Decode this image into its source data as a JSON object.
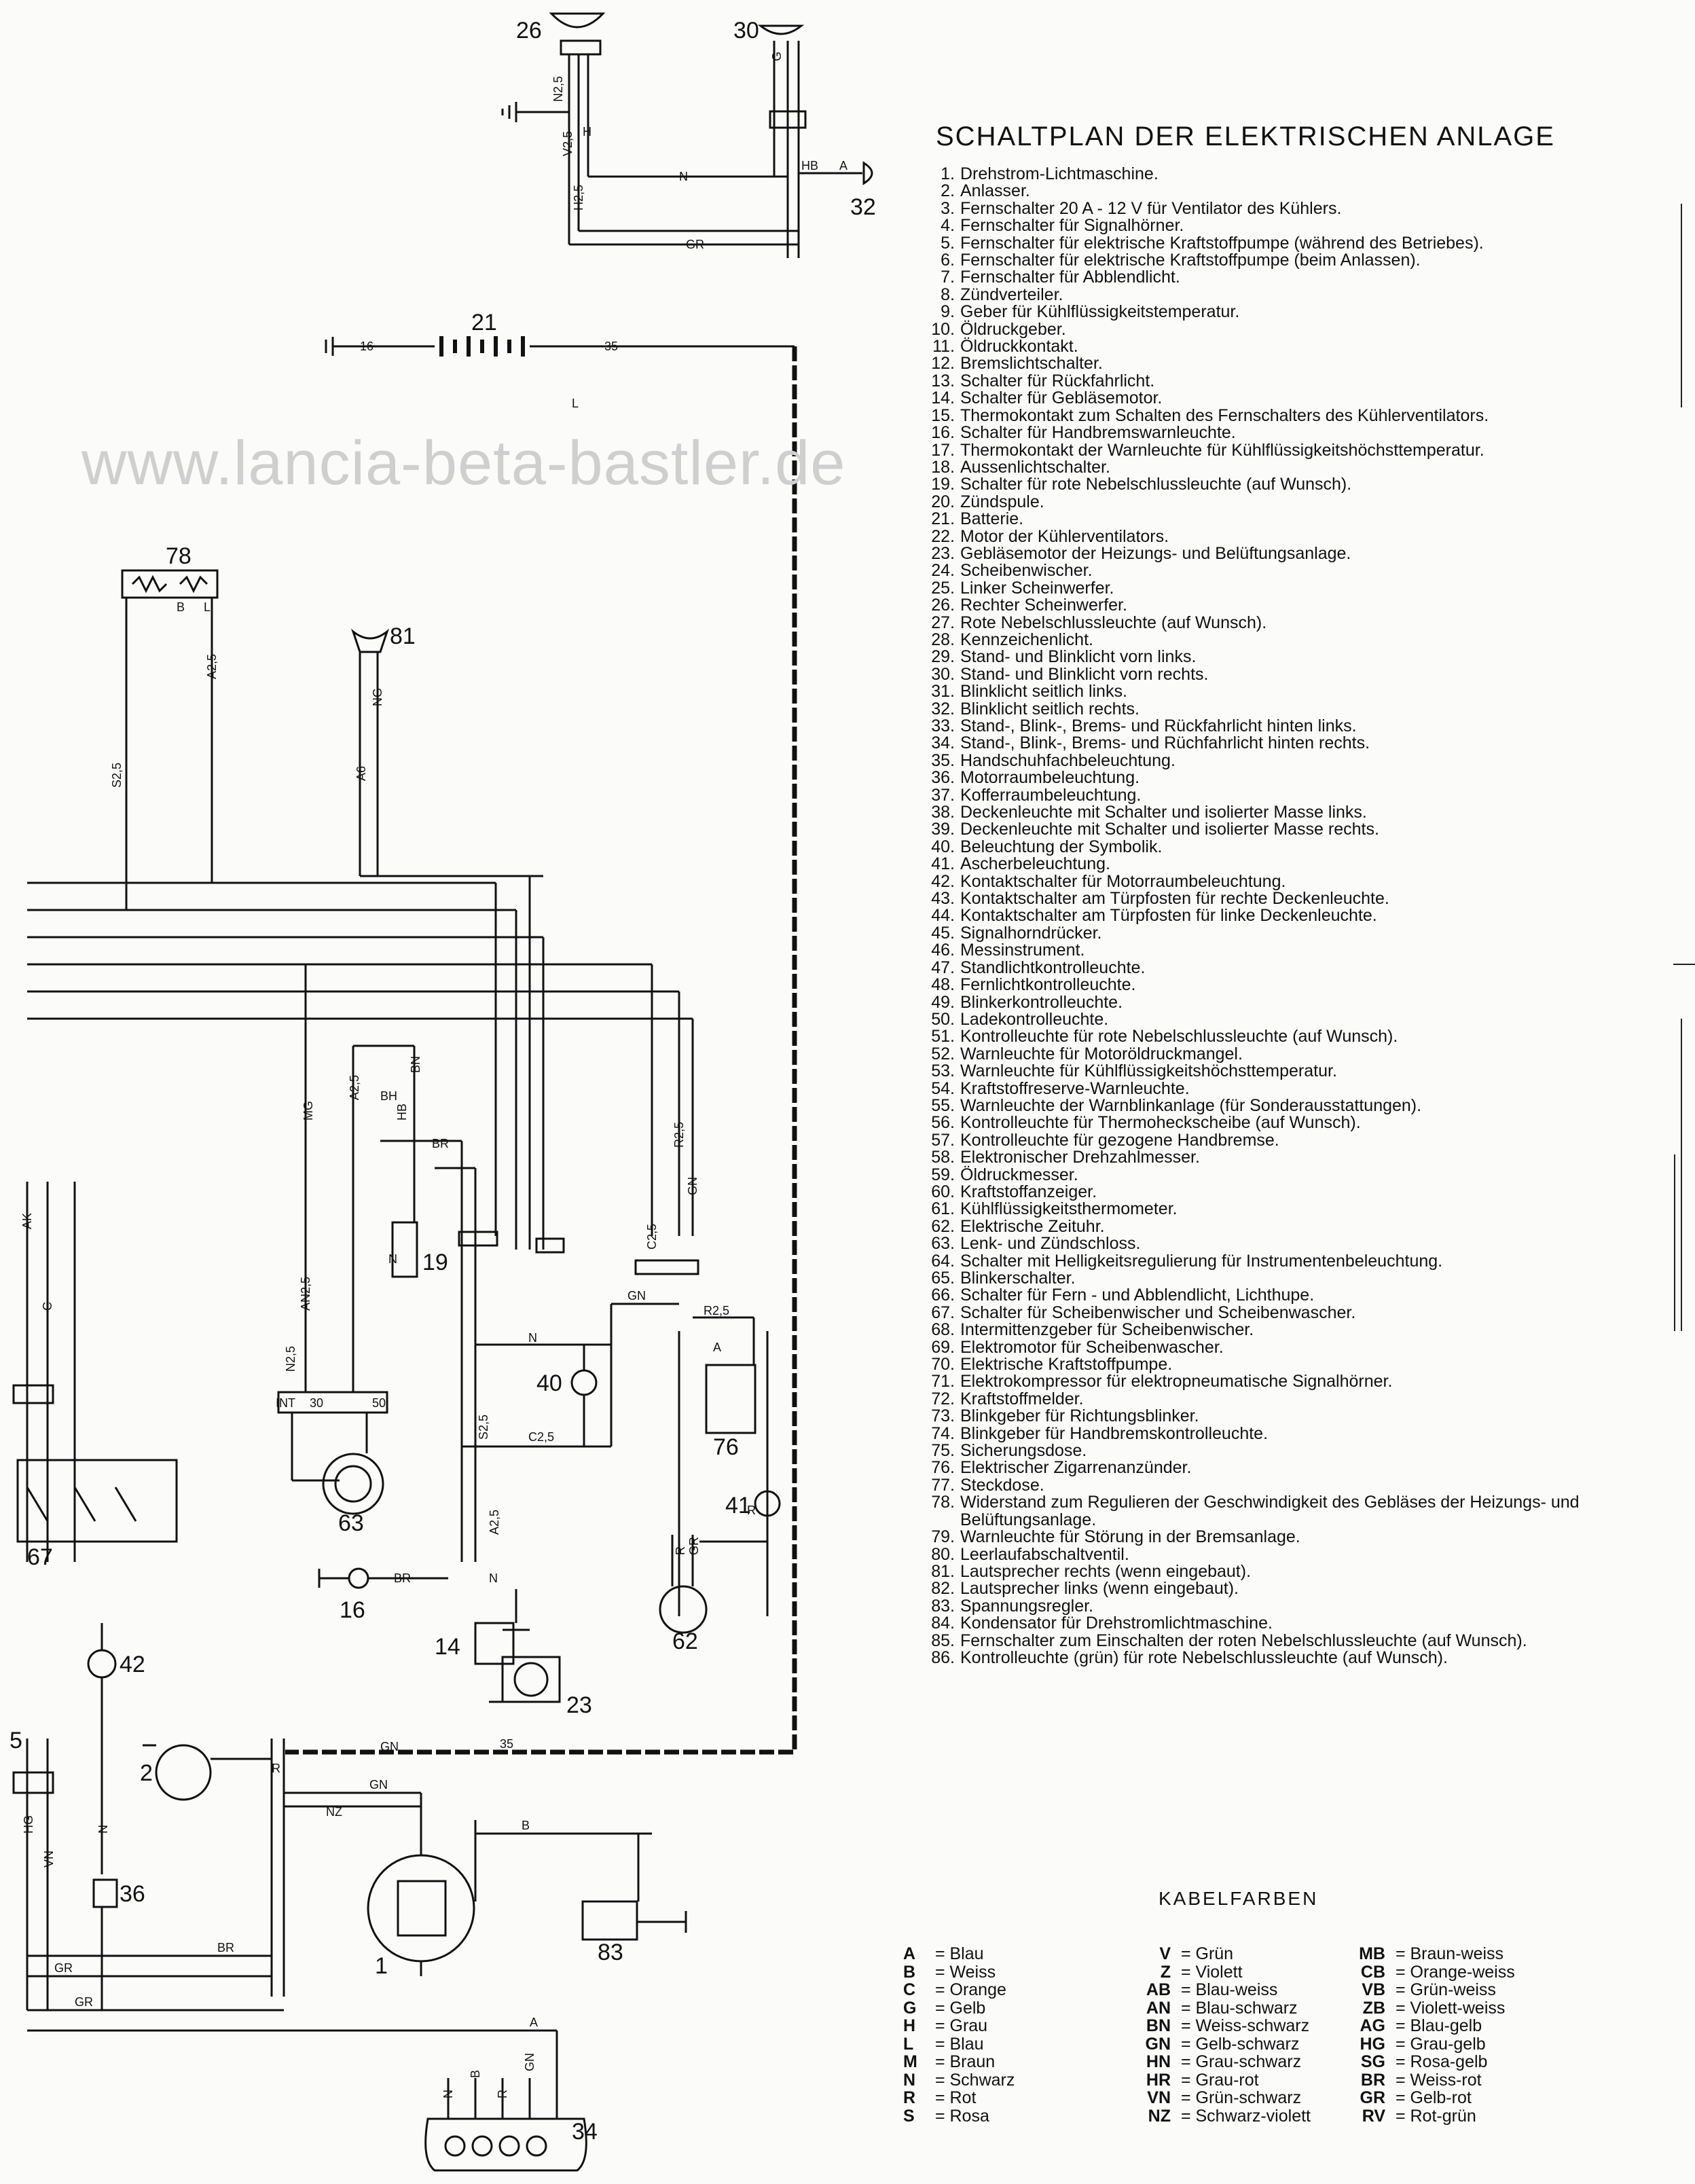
{
  "watermark": "www.lancia-beta-bastler.de",
  "legend": {
    "title": "SCHALTPLAN DER ELEKTRISCHEN ANLAGE",
    "items": [
      {
        "n": "1.",
        "t": "Drehstrom-Lichtmaschine."
      },
      {
        "n": "2.",
        "t": "Anlasser."
      },
      {
        "n": "3.",
        "t": "Fernschalter 20 A - 12 V für Ventilator des Kühlers."
      },
      {
        "n": "4.",
        "t": "Fernschalter für Signalhörner."
      },
      {
        "n": "5.",
        "t": "Fernschalter für elektrische Kraftstoffpumpe (während des Betriebes)."
      },
      {
        "n": "6.",
        "t": "Fernschalter für elektrische Kraftstoffpumpe (beim Anlassen)."
      },
      {
        "n": "7.",
        "t": "Fernschalter für Abblendlicht."
      },
      {
        "n": "8.",
        "t": "Zündverteiler."
      },
      {
        "n": "9.",
        "t": "Geber für Kühlflüssigkeitstemperatur."
      },
      {
        "n": "10.",
        "t": "Öldruckgeber."
      },
      {
        "n": "11.",
        "t": "Öldruckkontakt."
      },
      {
        "n": "12.",
        "t": "Bremslichtschalter."
      },
      {
        "n": "13.",
        "t": "Schalter für Rückfahrlicht."
      },
      {
        "n": "14.",
        "t": "Schalter für Gebläsemotor."
      },
      {
        "n": "15.",
        "t": "Thermokontakt zum Schalten des Fernschalters des Kühlerventilators."
      },
      {
        "n": "16.",
        "t": "Schalter für Handbremswarnleuchte."
      },
      {
        "n": "17.",
        "t": "Thermokontakt der Warnleuchte für Kühlflüssigkeitshöchsttemperatur."
      },
      {
        "n": "18.",
        "t": "Aussenlichtschalter."
      },
      {
        "n": "19.",
        "t": "Schalter für rote Nebelschlussleuchte (auf Wunsch)."
      },
      {
        "n": "20.",
        "t": "Zündspule."
      },
      {
        "n": "21.",
        "t": "Batterie."
      },
      {
        "n": "22.",
        "t": "Motor der Kühlerventilators."
      },
      {
        "n": "23.",
        "t": "Gebläsemotor der Heizungs- und Belüftungsanlage."
      },
      {
        "n": "24.",
        "t": "Scheibenwischer."
      },
      {
        "n": "25.",
        "t": "Linker Scheinwerfer."
      },
      {
        "n": "26.",
        "t": "Rechter Scheinwerfer."
      },
      {
        "n": "27.",
        "t": "Rote Nebelschlussleuchte (auf Wunsch)."
      },
      {
        "n": "28.",
        "t": "Kennzeichenlicht."
      },
      {
        "n": "29.",
        "t": "Stand- und Blinklicht vorn links."
      },
      {
        "n": "30.",
        "t": "Stand- und Blinklicht vorn rechts."
      },
      {
        "n": "31.",
        "t": "Blinklicht seitlich links."
      },
      {
        "n": "32.",
        "t": "Blinklicht seitlich rechts."
      },
      {
        "n": "33.",
        "t": "Stand-, Blink-, Brems- und Rückfahrlicht hinten links."
      },
      {
        "n": "34.",
        "t": "Stand-, Blink-, Brems- und Rüchfahrlicht hinten rechts."
      },
      {
        "n": "35.",
        "t": "Handschuhfachbeleuchtung."
      },
      {
        "n": "36.",
        "t": "Motorraumbeleuchtung."
      },
      {
        "n": "37.",
        "t": "Kofferraumbeleuchtung."
      },
      {
        "n": "38.",
        "t": "Deckenleuchte mit Schalter und isolierter Masse links."
      },
      {
        "n": "39.",
        "t": "Deckenleuchte mit Schalter und isolierter Masse rechts."
      },
      {
        "n": "40.",
        "t": "Beleuchtung der Symbolik."
      },
      {
        "n": "41.",
        "t": "Ascherbeleuchtung."
      },
      {
        "n": "42.",
        "t": "Kontaktschalter für Motorraumbeleuchtung."
      },
      {
        "n": "43.",
        "t": "Kontaktschalter am Türpfosten für rechte Deckenleuchte."
      },
      {
        "n": "44.",
        "t": "Kontaktschalter am Türpfosten für linke Deckenleuchte."
      },
      {
        "n": "45.",
        "t": "Signalhorndrücker."
      },
      {
        "n": "46.",
        "t": "Messinstrument."
      },
      {
        "n": "47.",
        "t": "Standlichtkontrolleuchte."
      },
      {
        "n": "48.",
        "t": "Fernlichtkontrolleuchte."
      },
      {
        "n": "49.",
        "t": "Blinkerkontrolleuchte."
      },
      {
        "n": "50.",
        "t": "Ladekontrolleuchte."
      },
      {
        "n": "51.",
        "t": "Kontrolleuchte für rote Nebelschlussleuchte (auf Wunsch)."
      },
      {
        "n": "52.",
        "t": "Warnleuchte für Motoröldruckmangel."
      },
      {
        "n": "53.",
        "t": "Warnleuchte für Kühlflüssigkeitshöchsttemperatur."
      },
      {
        "n": "54.",
        "t": "Kraftstoffreserve-Warnleuchte."
      },
      {
        "n": "55.",
        "t": "Warnleuchte der Warnblinkanlage (für Sonderausstattungen)."
      },
      {
        "n": "56.",
        "t": "Kontrolleuchte für Thermoheckscheibe (auf Wunsch)."
      },
      {
        "n": "57.",
        "t": "Kontrolleuchte für gezogene Handbremse."
      },
      {
        "n": "58.",
        "t": "Elektronischer Drehzahlmesser."
      },
      {
        "n": "59.",
        "t": "Öldruckmesser."
      },
      {
        "n": "60.",
        "t": "Kraftstoffanzeiger."
      },
      {
        "n": "61.",
        "t": "Kühlflüssigkeitsthermometer."
      },
      {
        "n": "62.",
        "t": "Elektrische Zeituhr."
      },
      {
        "n": "63.",
        "t": "Lenk- und Zündschloss."
      },
      {
        "n": "64.",
        "t": "Schalter mit Helligkeitsregulierung für Instrumentenbeleuchtung."
      },
      {
        "n": "65.",
        "t": "Blinkerschalter."
      },
      {
        "n": "66.",
        "t": "Schalter für Fern - und Abblendlicht, Lichthupe."
      },
      {
        "n": "67.",
        "t": "Schalter für Scheibenwischer und Scheibenwascher."
      },
      {
        "n": "68.",
        "t": "Intermittenzgeber für Scheibenwischer."
      },
      {
        "n": "69.",
        "t": "Elektromotor für Scheibenwascher."
      },
      {
        "n": "70.",
        "t": "Elektrische Kraftstoffpumpe."
      },
      {
        "n": "71.",
        "t": "Elektrokompressor für elektropneumatische Signalhörner."
      },
      {
        "n": "72.",
        "t": "Kraftstoffmelder."
      },
      {
        "n": "73.",
        "t": "Blinkgeber für Richtungsblinker."
      },
      {
        "n": "74.",
        "t": "Blinkgeber für Handbremskontrolleuchte."
      },
      {
        "n": "75.",
        "t": "Sicherungsdose."
      },
      {
        "n": "76.",
        "t": "Elektrischer Zigarrenanzünder."
      },
      {
        "n": "77.",
        "t": "Steckdose."
      },
      {
        "n": "78.",
        "t": "Widerstand zum Regulieren der Geschwindigkeit des Gebläses der Heizungs- und Belüftungsanlage."
      },
      {
        "n": "79.",
        "t": "Warnleuchte für Störung in der Bremsanlage."
      },
      {
        "n": "80.",
        "t": "Leerlaufabschaltventil."
      },
      {
        "n": "81.",
        "t": "Lautsprecher rechts (wenn eingebaut)."
      },
      {
        "n": "82.",
        "t": "Lautsprecher links (wenn eingebaut)."
      },
      {
        "n": "83.",
        "t": "Spannungsregler."
      },
      {
        "n": "84.",
        "t": "Kondensator für Drehstromlichtmaschine."
      },
      {
        "n": "85.",
        "t": "Fernschalter zum Einschalten der roten Nebelschlussleuchte (auf Wunsch)."
      },
      {
        "n": "86.",
        "t": "Kontrolleuchte (grün) für rote Nebelschlussleuchte (auf Wunsch)."
      }
    ]
  },
  "kabelfarben": {
    "title": "KABELFARBEN",
    "col1": [
      {
        "c": "A",
        "v": "Blau"
      },
      {
        "c": "B",
        "v": "Weiss"
      },
      {
        "c": "C",
        "v": "Orange"
      },
      {
        "c": "G",
        "v": "Gelb"
      },
      {
        "c": "H",
        "v": "Grau"
      },
      {
        "c": "L",
        "v": "Blau"
      },
      {
        "c": "M",
        "v": "Braun"
      },
      {
        "c": "N",
        "v": "Schwarz"
      },
      {
        "c": "R",
        "v": "Rot"
      },
      {
        "c": "S",
        "v": "Rosa"
      }
    ],
    "col2": [
      {
        "c": "V",
        "v": "Grün"
      },
      {
        "c": "Z",
        "v": "Violett"
      },
      {
        "c": "AB",
        "v": "Blau-weiss"
      },
      {
        "c": "AN",
        "v": "Blau-schwarz"
      },
      {
        "c": "BN",
        "v": "Weiss-schwarz"
      },
      {
        "c": "GN",
        "v": "Gelb-schwarz"
      },
      {
        "c": "HN",
        "v": "Grau-schwarz"
      },
      {
        "c": "HR",
        "v": "Grau-rot"
      },
      {
        "c": "VN",
        "v": "Grün-schwarz"
      },
      {
        "c": "NZ",
        "v": "Schwarz-violett"
      }
    ],
    "col3": [
      {
        "c": "MB",
        "v": "Braun-weiss"
      },
      {
        "c": "CB",
        "v": "Orange-weiss"
      },
      {
        "c": "VB",
        "v": "Grün-weiss"
      },
      {
        "c": "ZB",
        "v": "Violett-weiss"
      },
      {
        "c": "AG",
        "v": "Blau-gelb"
      },
      {
        "c": "HG",
        "v": "Grau-gelb"
      },
      {
        "c": "SG",
        "v": "Rosa-gelb"
      },
      {
        "c": "BR",
        "v": "Weiss-rot"
      },
      {
        "c": "GR",
        "v": "Gelb-rot"
      },
      {
        "c": "RV",
        "v": "Rot-grün"
      }
    ]
  },
  "diagram": {
    "component_numbers": [
      "26",
      "30",
      "32",
      "21",
      "78",
      "81",
      "19",
      "40",
      "76",
      "41",
      "63",
      "67",
      "16",
      "14",
      "23",
      "62",
      "42",
      "2",
      "5",
      "36",
      "1",
      "83",
      "34"
    ],
    "wire_labels": [
      "N2,5",
      "V2,5",
      "H2,5",
      "L",
      "N",
      "G",
      "A",
      "GR",
      "16",
      "35",
      "A2,5",
      "S2,5",
      "A6",
      "NG",
      "H",
      "L",
      "MG",
      "A2,5",
      "HB",
      "BN",
      "BR",
      "R2,5",
      "GN",
      "C2,5",
      "N2,5",
      "AN2,5",
      "AK",
      "C",
      "S2,5",
      "C2,5",
      "A2,5",
      "R",
      "B",
      "NZ",
      "GN",
      "B",
      "HG",
      "VN",
      "N",
      "GR",
      "BR",
      "GR",
      "A",
      "N",
      "B",
      "R",
      "GN",
      "GN",
      "R2,5",
      "N",
      "HB",
      "BH",
      "R",
      "GR",
      "GN",
      "35",
      "BR",
      "INT",
      "30",
      "50",
      "N",
      "A",
      "N",
      "R"
    ]
  }
}
